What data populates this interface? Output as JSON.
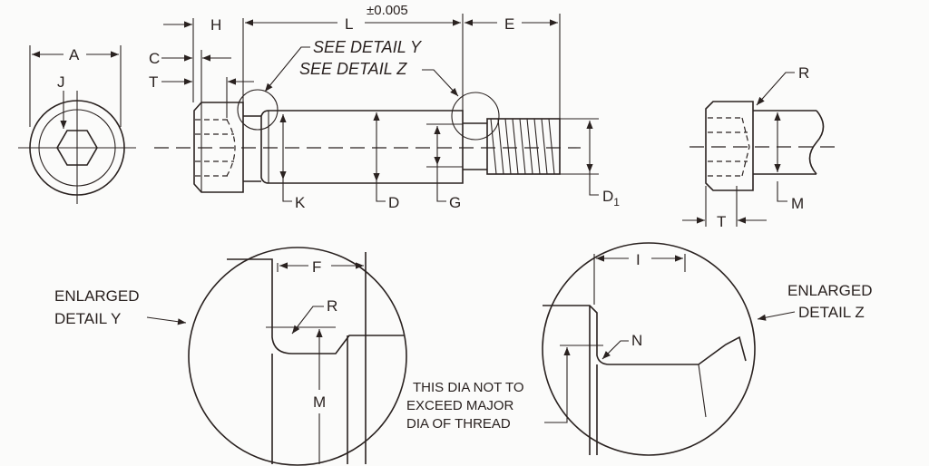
{
  "labels": {
    "A": "A",
    "J": "J",
    "C": "C",
    "T": "T",
    "H": "H",
    "L": "L",
    "tolerance": "±0.005",
    "E": "E",
    "see_detail_y": "SEE DETAIL Y",
    "see_detail_z": "SEE DETAIL Z",
    "K": "K",
    "D": "D",
    "G": "G",
    "D1": "D",
    "D1_sub": "1",
    "R_end": "R",
    "M_end": "M",
    "T_end": "T",
    "F": "F",
    "R_y": "R",
    "M_y": "M",
    "I": "I",
    "N": "N",
    "enlarged_y_1": "ENLARGED",
    "enlarged_y_2": "DETAIL Y",
    "enlarged_z_1": "ENLARGED",
    "enlarged_z_2": "DETAIL Z",
    "note_1": "THIS DIA NOT TO",
    "note_2": "EXCEED MAJOR",
    "note_3": "DIA OF THREAD"
  },
  "colors": {
    "ink": "#2a2220",
    "paper": "#fbfbfa"
  }
}
